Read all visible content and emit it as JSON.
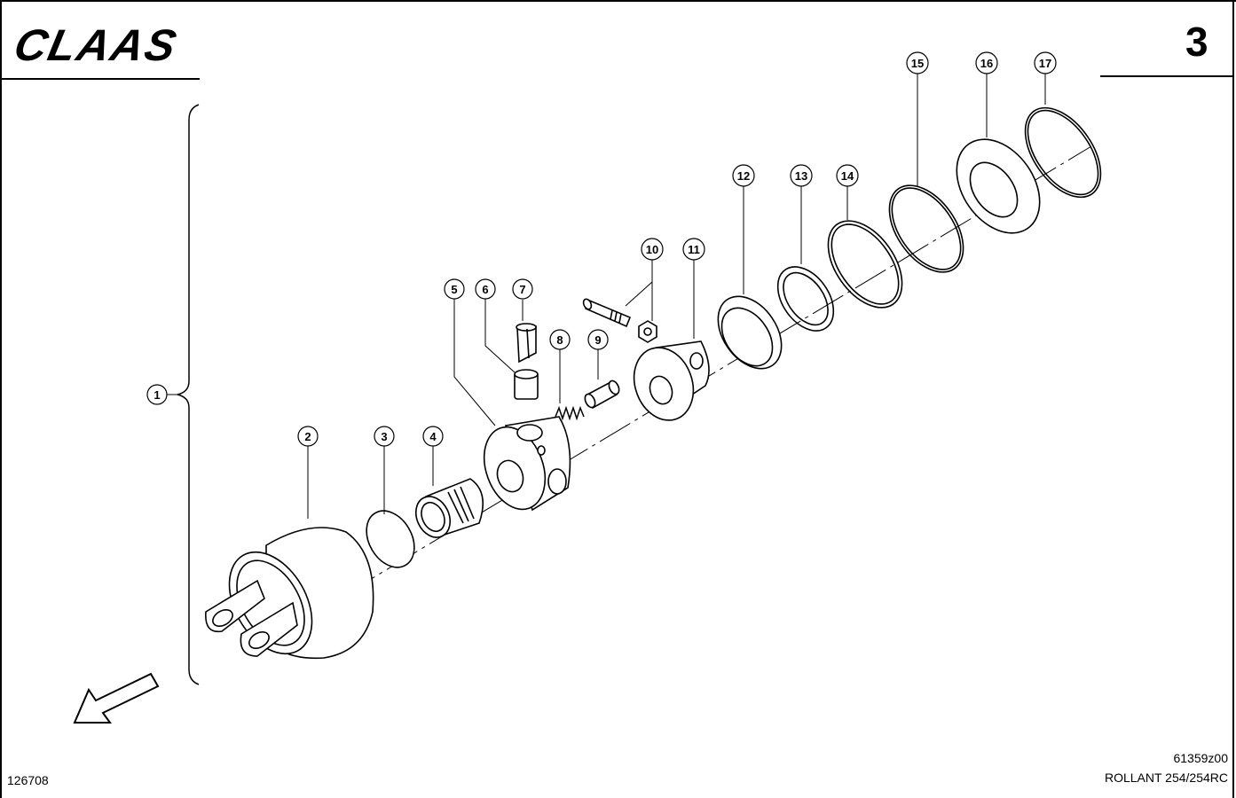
{
  "header": {
    "brand": "CLAAS",
    "page_number": "3"
  },
  "callouts": [
    "1",
    "2",
    "3",
    "4",
    "5",
    "6",
    "7",
    "8",
    "9",
    "10",
    "11",
    "12",
    "13",
    "14",
    "15",
    "16",
    "17"
  ],
  "footer": {
    "drawing_ref": "126708",
    "figure_code": "61359z00",
    "model": "ROLLANT 254/254RC"
  },
  "icons": {
    "direction_arrow": "arrow-down-left-icon"
  }
}
